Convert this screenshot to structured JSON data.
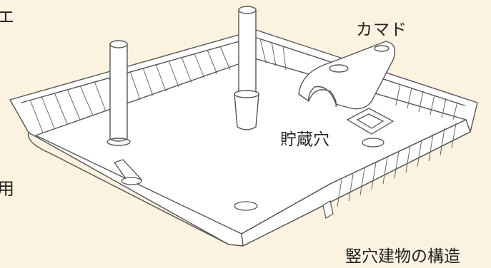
{
  "labels": {
    "edge_top": "エ",
    "edge_mid": "用",
    "kamado": "カマド",
    "storage_pit": "貯蔵穴",
    "title": "竪穴建物の構造"
  },
  "colors": {
    "background": "#fbf3df",
    "model_fill": "#ffffff",
    "line": "#555555",
    "text": "#222222"
  }
}
